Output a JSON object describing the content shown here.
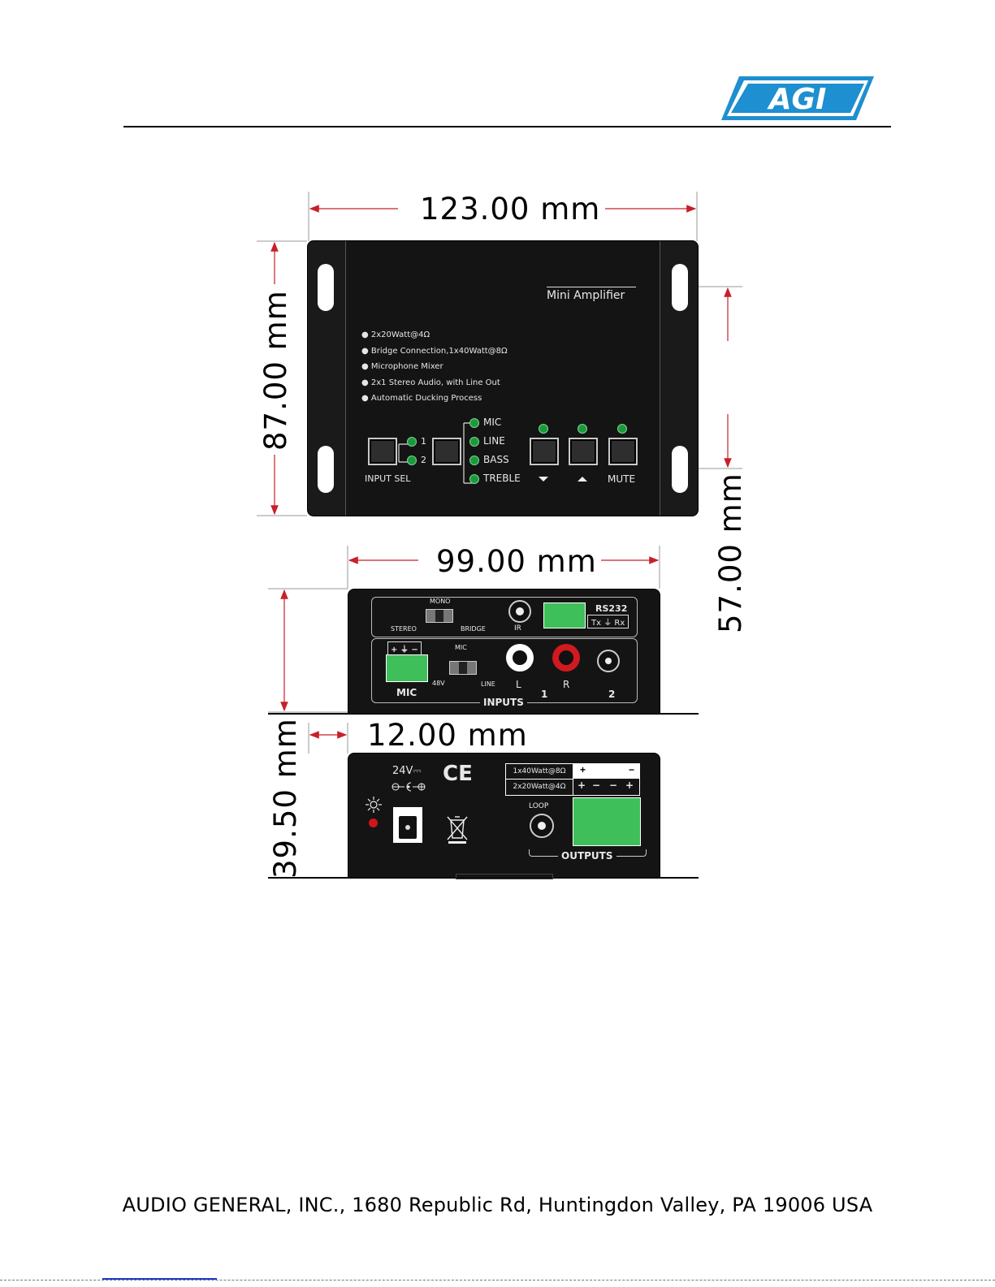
{
  "header": {
    "logo_text": "AGI",
    "logo_color": "#1e8fd0"
  },
  "dimensions": {
    "width_top": "123.00 mm",
    "height_left": "87.00 mm",
    "height_right": "57.00 mm",
    "width_rear": "99.00 mm",
    "ear_width": "12.00 mm",
    "depth": "39.50 mm"
  },
  "front_panel": {
    "product_name": "Mini Amplifier",
    "features": [
      "2x20Watt@4Ω",
      "Bridge Connection,1x40Watt@8Ω",
      "Microphone Mixer",
      "2x1 Stereo Audio, with Line Out",
      "Automatic Ducking Process"
    ],
    "input_numbers": [
      "1",
      "2"
    ],
    "input_sel_label": "INPUT SEL",
    "modes": [
      "MIC",
      "LINE",
      "BASS",
      "TREBLE"
    ],
    "mute_label": "MUTE",
    "led_color": "#1c9a3a"
  },
  "rear_panel": {
    "mono": "MONO",
    "stereo": "STEREO",
    "bridge": "BRIDGE",
    "ir": "IR",
    "rs232": "RS232",
    "rs232_pins": "Tx ⏚ Rx",
    "mic_pins": "+ ⏚ −",
    "mic_label": "MIC",
    "mic_switch_top": "MIC",
    "v48": "48V",
    "line": "LINE",
    "l": "L",
    "r": "R",
    "input1": "1",
    "input2": "2",
    "inputs_label": "INPUTS"
  },
  "side_panel": {
    "voltage": "24V⎓",
    "ce": "CE",
    "watt_8": "1x40Watt@8Ω",
    "watt_4": "2x20Watt@4Ω",
    "bridge_pins": [
      "+",
      "−"
    ],
    "stereo_pins": [
      "+",
      "−",
      "−",
      "+"
    ],
    "loop": "LOOP",
    "outputs": "OUTPUTS"
  },
  "footer": {
    "address": "AUDIO GENERAL, INC., 1680 Republic Rd, Huntingdon Valley, PA 19006 USA"
  }
}
